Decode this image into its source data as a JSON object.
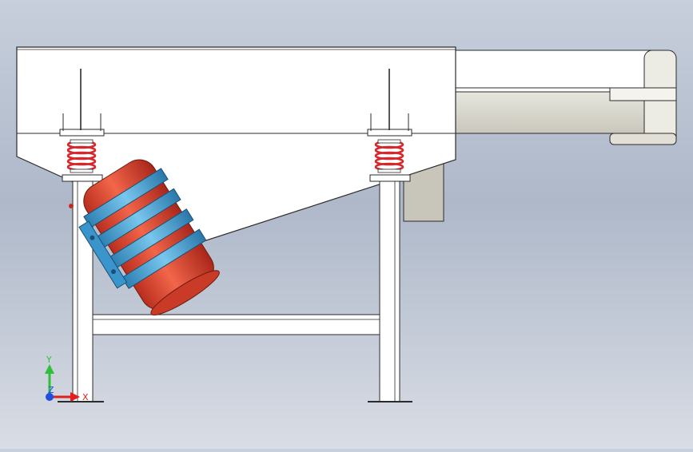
{
  "viewport": {
    "background_top": "#c7cfdc",
    "background_bottom": "#d9dde5"
  },
  "model": {
    "body_fill": "#ffffff",
    "stroke": "#2b2b2b",
    "chute_fill": "#d8d6cc",
    "spring_color": "#d8262a",
    "motor_body_color": "#e8503a",
    "motor_band_color": "#3aa0d8"
  },
  "triad": {
    "x_label": "X",
    "y_label": "Y",
    "z_label": "Z",
    "x_color": "#e0201f",
    "y_color": "#2fbf3a",
    "z_color": "#1f4fe0"
  }
}
